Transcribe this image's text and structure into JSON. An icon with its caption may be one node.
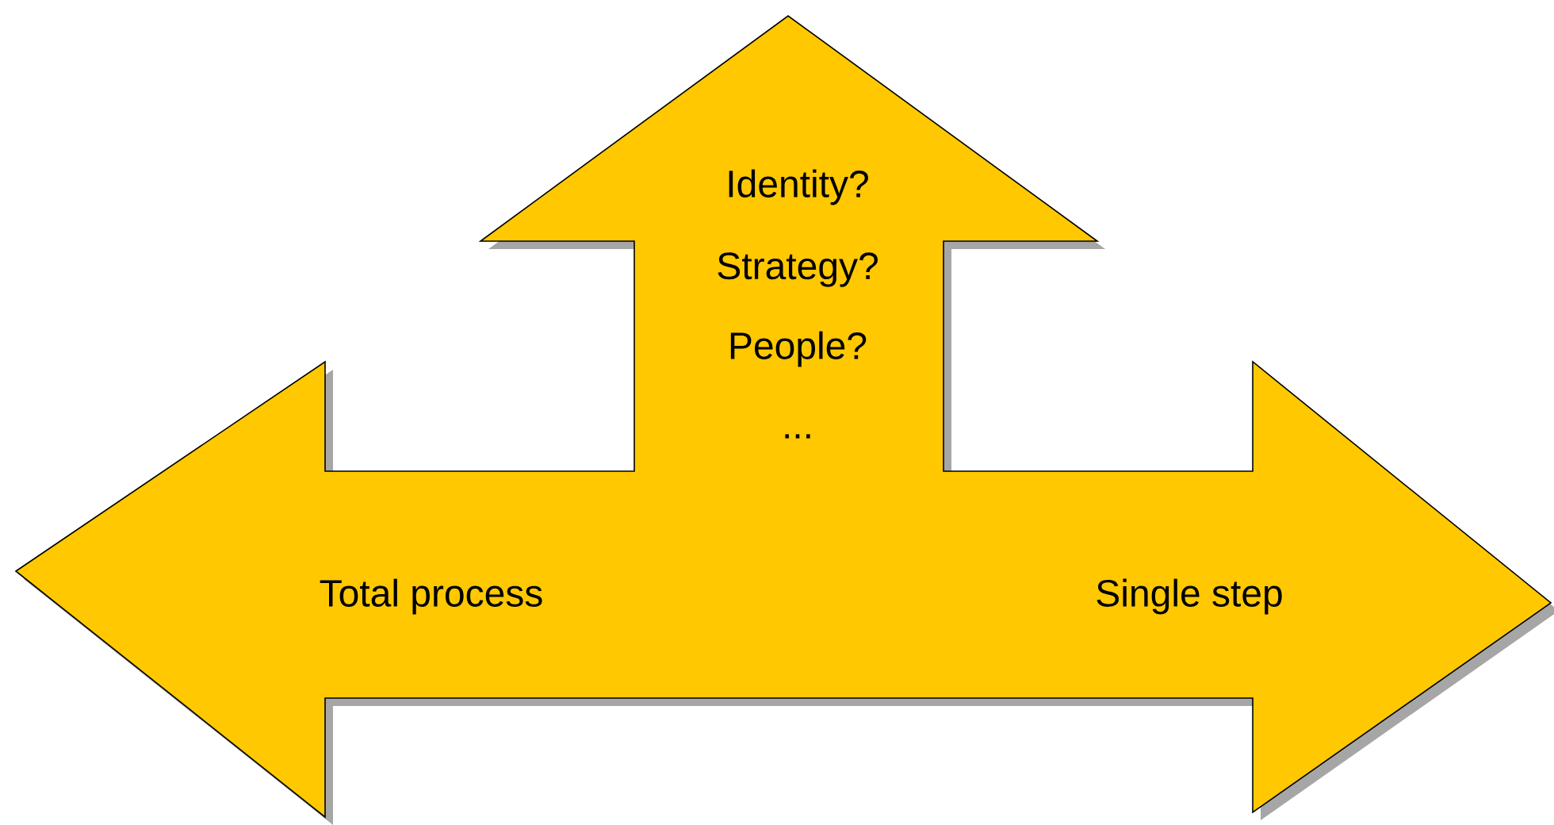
{
  "diagram": {
    "nodes": [
      {
        "text": [
          "Identity?",
          "Strategy?",
          "People?",
          "...",
          "Total process",
          "Single step"
        ]
      }
    ]
  }
}
